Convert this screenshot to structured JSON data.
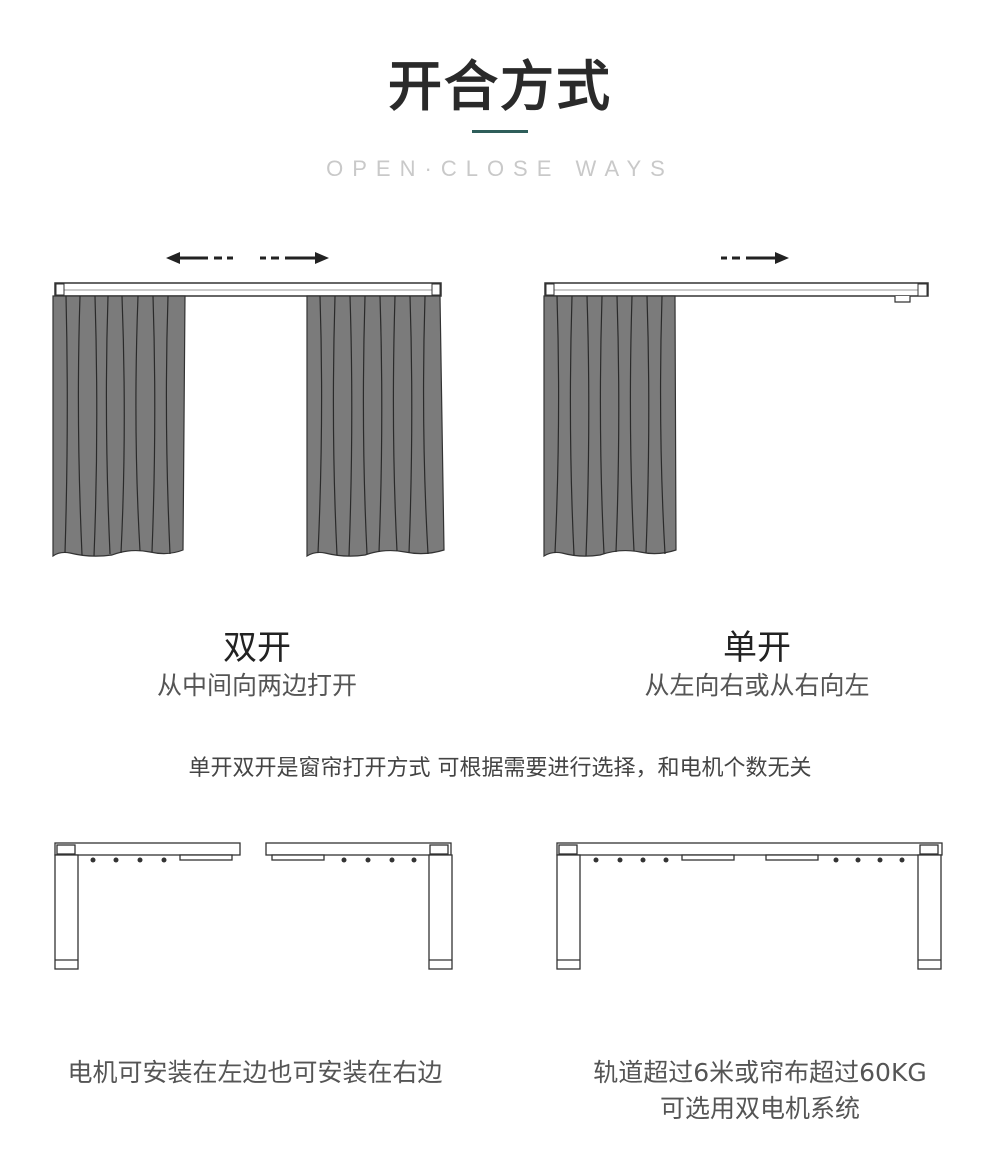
{
  "header": {
    "title": "开合方式",
    "subtitle": "OPEN·CLOSE WAYS"
  },
  "double_open": {
    "title": "双开",
    "description": "从中间向两边打开"
  },
  "single_open": {
    "title": "单开",
    "description": "从左向右或从右向左"
  },
  "note": "单开双开是窗帘打开方式 可根据需要进行选择，和电机个数无关",
  "bottom_left": {
    "caption": "电机可安装在左边也可安装在右边"
  },
  "bottom_right": {
    "caption_line1": "轨道超过6米或帘布超过60KG",
    "caption_line2": "可选用双电机系统"
  },
  "colors": {
    "curtain": "#7b7b7b",
    "accent": "#2e5e5a",
    "line": "#2a2a2a"
  }
}
